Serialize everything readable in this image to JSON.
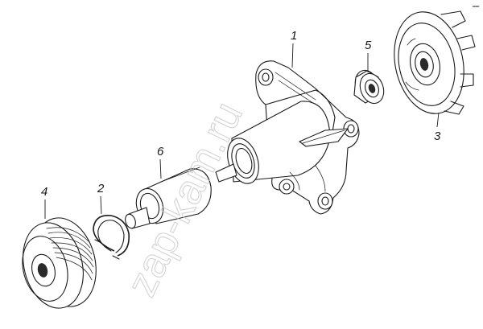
{
  "callouts": {
    "housing": "1",
    "snap_ring": "2",
    "impeller": "3",
    "pulley": "4",
    "seal": "5",
    "bearing_shaft": "6"
  },
  "watermark": "zap-kam.ru",
  "corner_mark": "–"
}
